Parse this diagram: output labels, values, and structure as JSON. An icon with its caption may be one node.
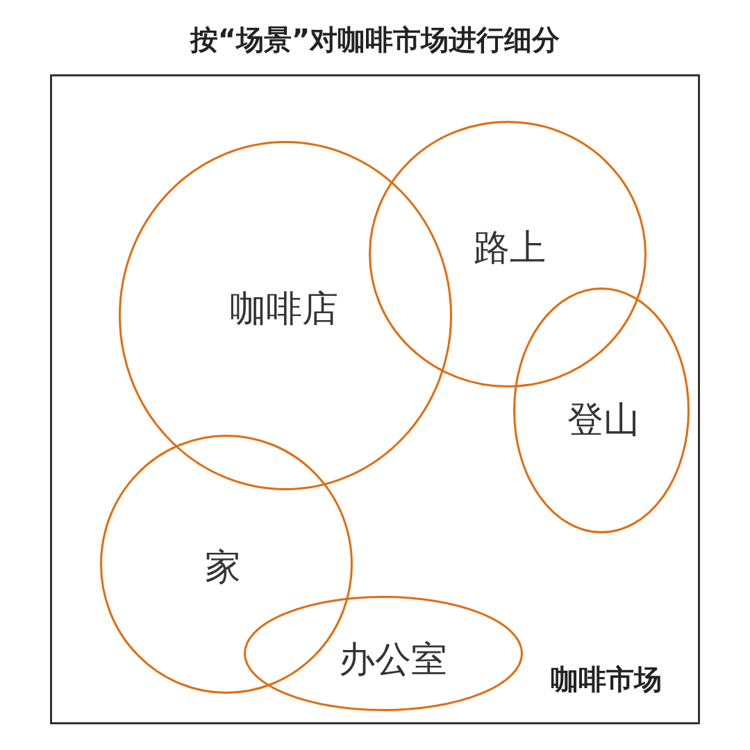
{
  "diagram": {
    "title": "按“场景”对咖啡市场进行细分",
    "nodes": [
      {
        "text": [
          "咖啡市场"
        ]
      },
      {
        "text": [
          "咖啡店"
        ],
        "in": 0
      },
      {
        "text": [
          "路上"
        ],
        "in": 0
      },
      {
        "text": [
          "登山"
        ],
        "in": 0
      },
      {
        "text": [
          "家"
        ],
        "in": 0
      },
      {
        "text": [
          "办公室"
        ],
        "in": 0
      }
    ],
    "edges": []
  }
}
